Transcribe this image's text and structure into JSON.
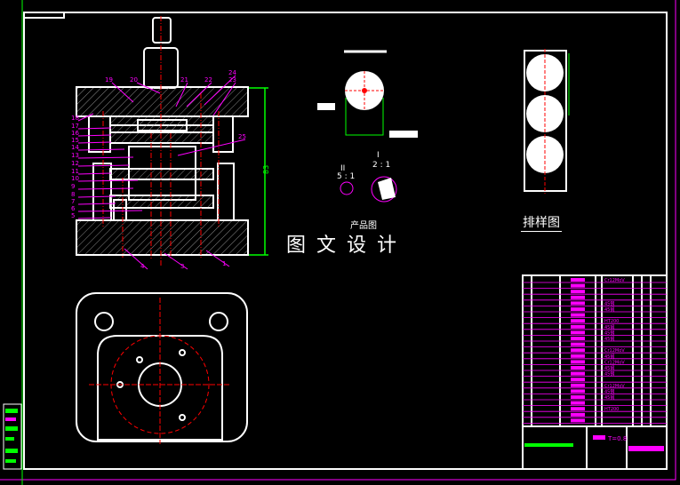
{
  "colors": {
    "background": "#000000",
    "outline": "#ffffff",
    "leader": "#ff00ff",
    "center": "#ff0000",
    "dimension": "#00ff00"
  },
  "drawing": {
    "watermark": "图文设计",
    "product_view_title": "产品图",
    "layout_view_title": "排样图",
    "height_dim": "83",
    "detail_1": {
      "label": "I",
      "scale": "2 : 1"
    },
    "detail_2": {
      "label": "II",
      "scale": "5 : 1"
    },
    "part_labels": [
      "19",
      "20",
      "21",
      "22",
      "24",
      "23",
      "18",
      "17",
      "16",
      "15",
      "14",
      "13",
      "12",
      "11",
      "10",
      "9",
      "8",
      "7",
      "6",
      "5",
      "25",
      "4",
      "3",
      "1"
    ]
  },
  "title_block": {
    "thickness": "T=0.8",
    "bom_materials": [
      "Cr12MoV",
      "",
      "",
      "",
      "45钢",
      "45钢",
      "",
      "HT200",
      "45钢",
      "45钢",
      "45钢",
      "",
      "Cr12MoV",
      "45钢",
      "Cr12MoV",
      "45钢",
      "45钢",
      "",
      "Cr12MoV",
      "45钢",
      "45钢",
      "",
      "HT200",
      "",
      ""
    ]
  }
}
